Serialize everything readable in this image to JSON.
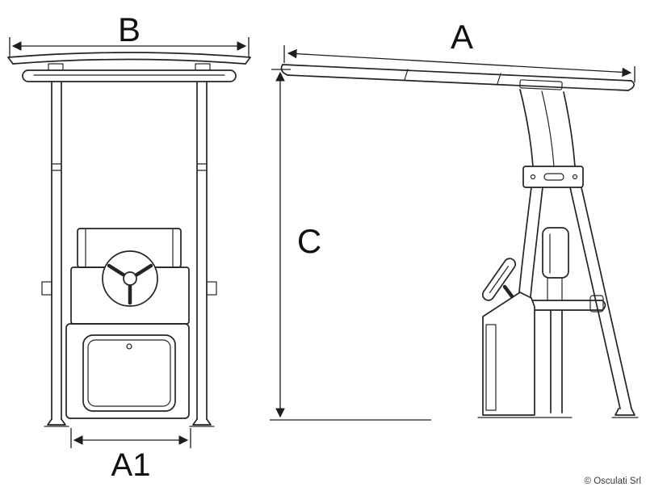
{
  "diagram": {
    "dimension_labels": {
      "front_width": "B",
      "side_width": "A",
      "height": "C",
      "console_width": "A1"
    },
    "copyright": "© Osculati Srl",
    "colors": {
      "background": "#ffffff",
      "line": "#242424",
      "dimension_line": "#1e1e1e",
      "label_text": "#111111",
      "copyright_text": "#3a3a3a"
    }
  }
}
